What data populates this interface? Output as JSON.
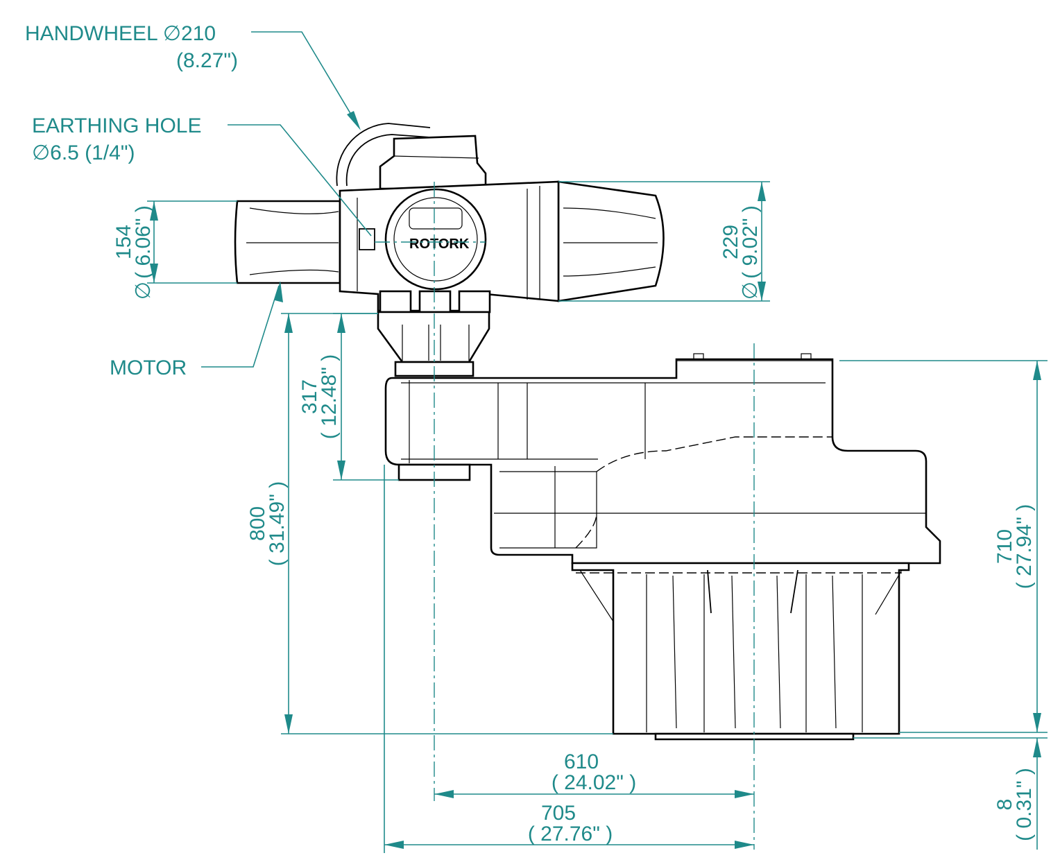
{
  "labels": {
    "handwheel_line1": "HANDWHEEL ∅210",
    "handwheel_line2": "(8.27\")",
    "earthing_line1": "EARTHING HOLE",
    "earthing_line2": "∅6.5 (1/4\")",
    "motor": "MOTOR",
    "brand": "ROTORK"
  },
  "dimensions": {
    "d154": {
      "mm": "154",
      "inch": "( 6.06\" )",
      "prefix": "∅"
    },
    "d229": {
      "mm": "229",
      "inch": "( 9.02\" )",
      "prefix": "∅"
    },
    "d317": {
      "mm": "317",
      "inch": "( 12.48\" )"
    },
    "d800": {
      "mm": "800",
      "inch": "( 31.49\" )"
    },
    "d710": {
      "mm": "710",
      "inch": "( 27.94\" )"
    },
    "d8": {
      "mm": "8",
      "inch": "( 0.31\" )"
    },
    "d610": {
      "mm": "610",
      "inch": "( 24.02\" )"
    },
    "d705": {
      "mm": "705",
      "inch": "( 27.76\" )"
    }
  },
  "colors": {
    "dimension": "#1f8a8a",
    "outline": "#000000"
  }
}
